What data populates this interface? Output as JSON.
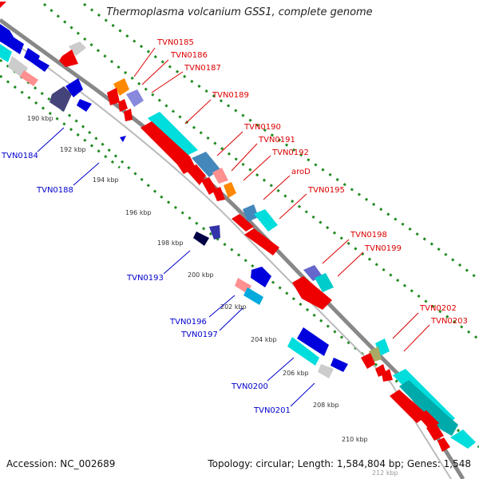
{
  "title": "Thermoplasma volcanium GSS1, complete genome",
  "footer": {
    "accession": "Accession: NC_002689",
    "topology": "Topology: circular; Length: 1,584,804 bp; Genes: 1,548"
  },
  "colors": {
    "forward": "#ee0000",
    "reverse": "#0000dd",
    "forward_label": "#dd0000",
    "reverse_label": "#0000cc",
    "backbone": "#888888",
    "guide_dots": "#228b22"
  },
  "ticks": [
    "190 kbp",
    "192 kbp",
    "194 kbp",
    "196 kbp",
    "198 kbp",
    "200 kbp",
    "202 kbp",
    "204 kbp",
    "206 kbp",
    "208 kbp",
    "210 kbp",
    "212 kbp"
  ],
  "forward_genes": [
    "TVN0185",
    "TVN0186",
    "TVN0187",
    "TVN0189",
    "TVN0190",
    "TVN0191",
    "TVN0192",
    "aroD",
    "TVN0195",
    "TVN0198",
    "TVN0199",
    "TVN0202",
    "TVN0203"
  ],
  "reverse_genes": [
    "TVN0184",
    "TVN0188",
    "TVN0193",
    "TVN0196",
    "TVN0197",
    "TVN0200",
    "TVN0201"
  ]
}
